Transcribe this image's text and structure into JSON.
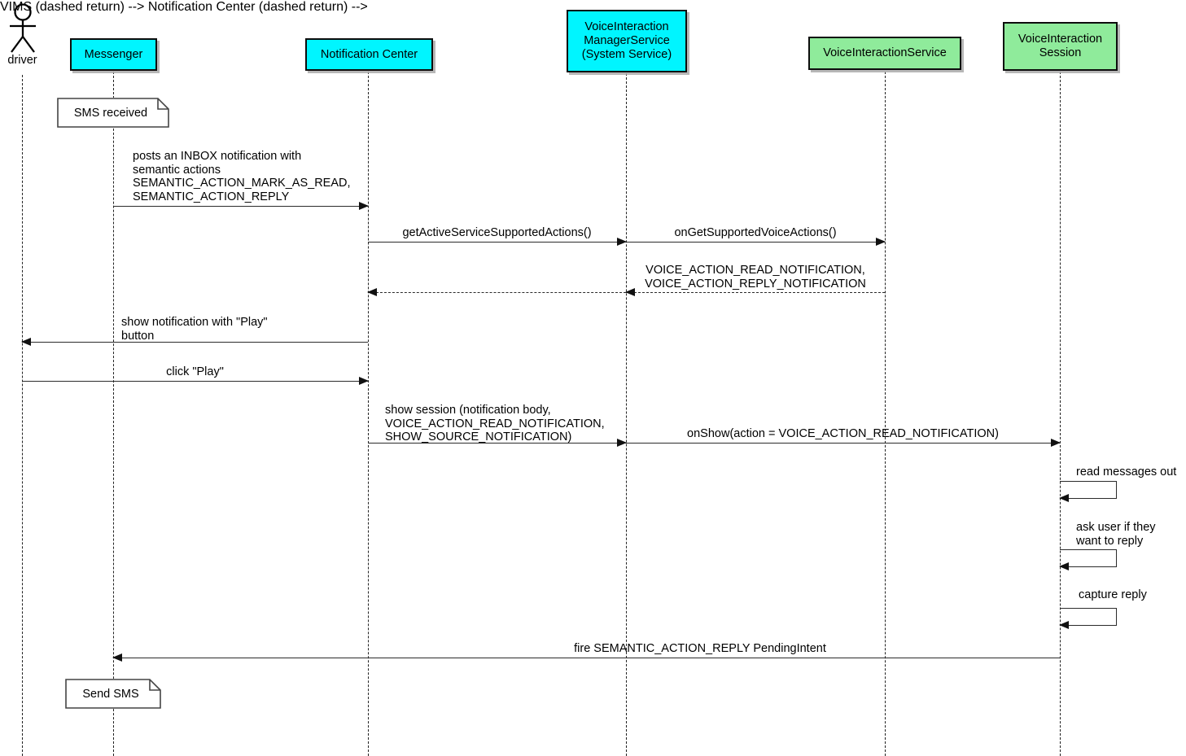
{
  "diagram": {
    "type": "uml-sequence-diagram",
    "title": "",
    "colors": {
      "cyan_participant": "#00F5FF",
      "green_participant": "#8FEB9B",
      "line": "#2b2b2b",
      "border": "#0d0d0d",
      "background": "#ffffff",
      "text": "#000000"
    }
  },
  "actor": {
    "name": "driver",
    "icon": "stick-figure-actor"
  },
  "participants": [
    {
      "id": "driver",
      "label": "driver",
      "color": "none"
    },
    {
      "id": "messenger",
      "label": "Messenger",
      "color": "cyan"
    },
    {
      "id": "notifcenter",
      "label": "Notification Center",
      "color": "cyan"
    },
    {
      "id": "vims",
      "label": "VoiceInteraction\nManagerService\n(System Service)",
      "color": "cyan"
    },
    {
      "id": "vis",
      "label": "VoiceInteractionService",
      "color": "green"
    },
    {
      "id": "session",
      "label": "VoiceInteraction\nSession",
      "color": "green"
    }
  ],
  "notes": [
    {
      "id": "note-sms-received",
      "text": "SMS received"
    },
    {
      "id": "note-send-sms",
      "text": "Send SMS"
    }
  ],
  "messages": [
    {
      "id": "msg-post-inbox-notification",
      "from": "messenger",
      "to": "notifcenter",
      "style": "solid",
      "direction": "right",
      "label": "posts an INBOX notification with\nsemantic actions\nSEMANTIC_ACTION_MARK_AS_READ,\nSEMANTIC_ACTION_REPLY"
    },
    {
      "id": "msg-get-active-service-supported-actions",
      "from": "notifcenter",
      "to": "vims",
      "style": "solid",
      "direction": "right",
      "label": "getActiveServiceSupportedActions()"
    },
    {
      "id": "msg-on-get-supported-voice-actions",
      "from": "vims",
      "to": "vis",
      "style": "solid",
      "direction": "right",
      "label": "onGetSupportedVoiceActions()"
    },
    {
      "id": "msg-return-voice-actions-to-vims",
      "from": "vis",
      "to": "vims",
      "style": "dashed",
      "direction": "left",
      "label": "VOICE_ACTION_READ_NOTIFICATION,\nVOICE_ACTION_REPLY_NOTIFICATION"
    },
    {
      "id": "msg-return-voice-actions-to-notifcenter",
      "from": "vims",
      "to": "notifcenter",
      "style": "dashed",
      "direction": "left",
      "label": ""
    },
    {
      "id": "msg-show-notification-play-button",
      "from": "notifcenter",
      "to": "driver",
      "style": "solid",
      "direction": "left",
      "label": "show notification with \"Play\"\nbutton"
    },
    {
      "id": "msg-click-play",
      "from": "driver",
      "to": "notifcenter",
      "style": "solid",
      "direction": "right",
      "label": "click \"Play\""
    },
    {
      "id": "msg-show-session",
      "from": "notifcenter",
      "to": "vims",
      "style": "solid",
      "direction": "right",
      "label": "show session (notification body,\nVOICE_ACTION_READ_NOTIFICATION,\nSHOW_SOURCE_NOTIFICATION)"
    },
    {
      "id": "msg-on-show",
      "from": "vims",
      "to": "session",
      "style": "solid",
      "direction": "right",
      "label": "onShow(action = VOICE_ACTION_READ_NOTIFICATION)"
    },
    {
      "id": "msg-fire-semantic-action-reply",
      "from": "session",
      "to": "messenger",
      "style": "solid",
      "direction": "left",
      "label": "fire SEMANTIC_ACTION_REPLY PendingIntent"
    }
  ],
  "self_calls": [
    {
      "id": "selfcall-read-messages-out",
      "on": "session",
      "label": "read messages out"
    },
    {
      "id": "selfcall-ask-user-reply",
      "on": "session",
      "label": "ask user if they\nwant to reply"
    },
    {
      "id": "selfcall-capture-reply",
      "on": "session",
      "label": "capture reply"
    }
  ]
}
